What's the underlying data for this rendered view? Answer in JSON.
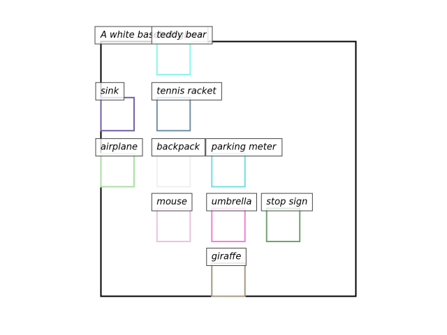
{
  "chart_data": {
    "type": "bounding-box layout",
    "frame": {
      "x0": 0,
      "y0": 0,
      "x1": 1,
      "y1": 1
    },
    "boxes": [
      {
        "label": "A white baseball glove",
        "color": "#dcdcdc",
        "x0": 0.0,
        "y0": 0.0,
        "x1": 0.13,
        "y1": 0.13,
        "show_box": false
      },
      {
        "label": "teddy bear",
        "color": "#88f6ee",
        "x0": 0.22,
        "y0": 0.0,
        "x1": 0.35,
        "y1": 0.13,
        "show_box": true
      },
      {
        "label": "sink",
        "color": "#7060a8",
        "x0": 0.0,
        "y0": 0.22,
        "x1": 0.13,
        "y1": 0.35,
        "show_box": true
      },
      {
        "label": "tennis racket",
        "color": "#7090a8",
        "x0": 0.22,
        "y0": 0.22,
        "x1": 0.35,
        "y1": 0.35,
        "show_box": true
      },
      {
        "label": "airplane",
        "color": "#a8e0a0",
        "x0": 0.0,
        "y0": 0.44,
        "x1": 0.13,
        "y1": 0.57,
        "show_box": true
      },
      {
        "label": "backpack",
        "color": "#f0f0f0",
        "x0": 0.22,
        "y0": 0.44,
        "x1": 0.35,
        "y1": 0.57,
        "show_box": true
      },
      {
        "label": "parking meter",
        "color": "#70e0e0",
        "x0": 0.435,
        "y0": 0.44,
        "x1": 0.565,
        "y1": 0.57,
        "show_box": true
      },
      {
        "label": "mouse",
        "color": "#ecc0e0",
        "x0": 0.22,
        "y0": 0.655,
        "x1": 0.35,
        "y1": 0.785,
        "show_box": true
      },
      {
        "label": "umbrella",
        "color": "#f080d8",
        "x0": 0.435,
        "y0": 0.655,
        "x1": 0.565,
        "y1": 0.785,
        "show_box": true
      },
      {
        "label": "stop sign",
        "color": "#70a070",
        "x0": 0.65,
        "y0": 0.655,
        "x1": 0.78,
        "y1": 0.785,
        "show_box": true
      },
      {
        "label": "giraffe",
        "color": "#a89880",
        "x0": 0.435,
        "y0": 0.87,
        "x1": 0.565,
        "y1": 1.0,
        "show_box": true
      }
    ]
  }
}
